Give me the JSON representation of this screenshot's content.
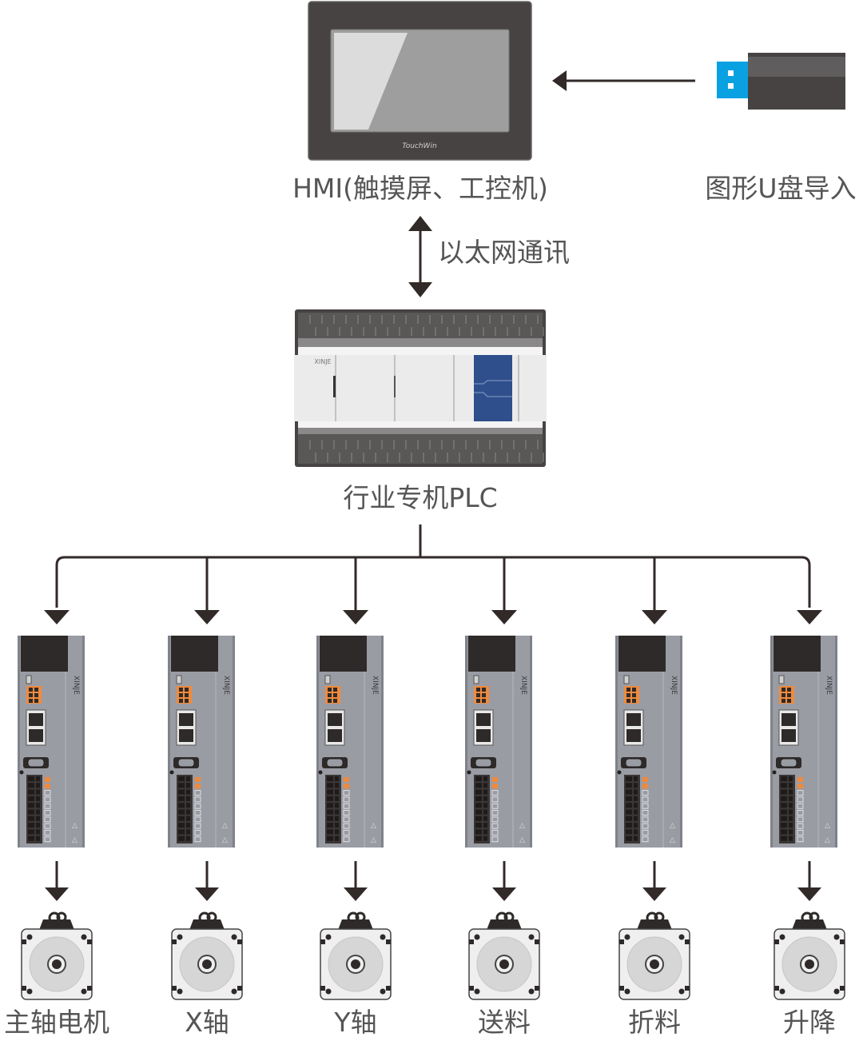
{
  "diagram": {
    "hmi": {
      "label": "HMI(触摸屏、工控机)",
      "brand": "TouchWin"
    },
    "usb": {
      "label": "图形U盘导入"
    },
    "link": {
      "label": "以太网通讯"
    },
    "plc": {
      "label": "行业专机PLC",
      "brand": "XINJE"
    },
    "drives": [
      {
        "brand": "XINJE",
        "motor_label": "主轴电机"
      },
      {
        "brand": "XINJE",
        "motor_label": "X轴"
      },
      {
        "brand": "XINJE",
        "motor_label": "Y轴"
      },
      {
        "brand": "XINJE",
        "motor_label": "送料"
      },
      {
        "brand": "XINJE",
        "motor_label": "折料"
      },
      {
        "brand": "XINJE",
        "motor_label": "升降"
      }
    ],
    "colors": {
      "line": "#312a28",
      "device_dark": "#484343",
      "usb_blue": "#0aa1e2",
      "plc_blue": "#2f4f8c",
      "drive_body": "#9a9ca4",
      "terminal_orange": "#f08a3c",
      "label_text": "#555555"
    }
  }
}
